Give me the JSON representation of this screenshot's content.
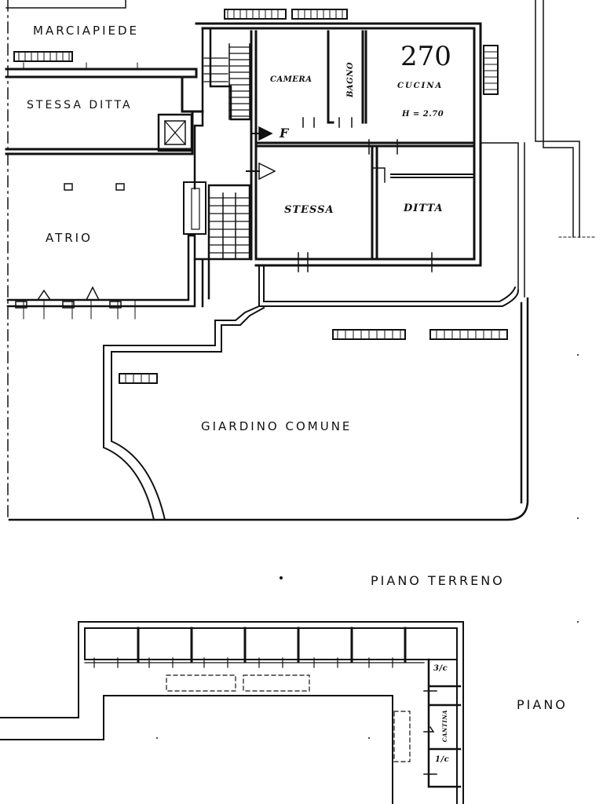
{
  "plan": {
    "sheet_number": "270",
    "rooms": {
      "camera": "CAMERA",
      "bagno": "BAGNO",
      "cucina": "CUCINA",
      "height_note": "H = 2.70",
      "stessa": "STESSA",
      "ditta": "DITTA"
    },
    "areas": {
      "marciapiede": "MARCIAPIEDE",
      "stessa_ditta": "STESSA  DITTA",
      "atrio": "ATRIO",
      "giardino": "GIARDINO  COMUNE"
    },
    "symbols": {
      "f_marker": "F"
    },
    "floors": {
      "ground": "PIANO  TERRENO",
      "upper": "PIANO"
    },
    "cellars": {
      "c3": "3/c",
      "c1": "1/c",
      "cantina": "CANTINA"
    }
  }
}
